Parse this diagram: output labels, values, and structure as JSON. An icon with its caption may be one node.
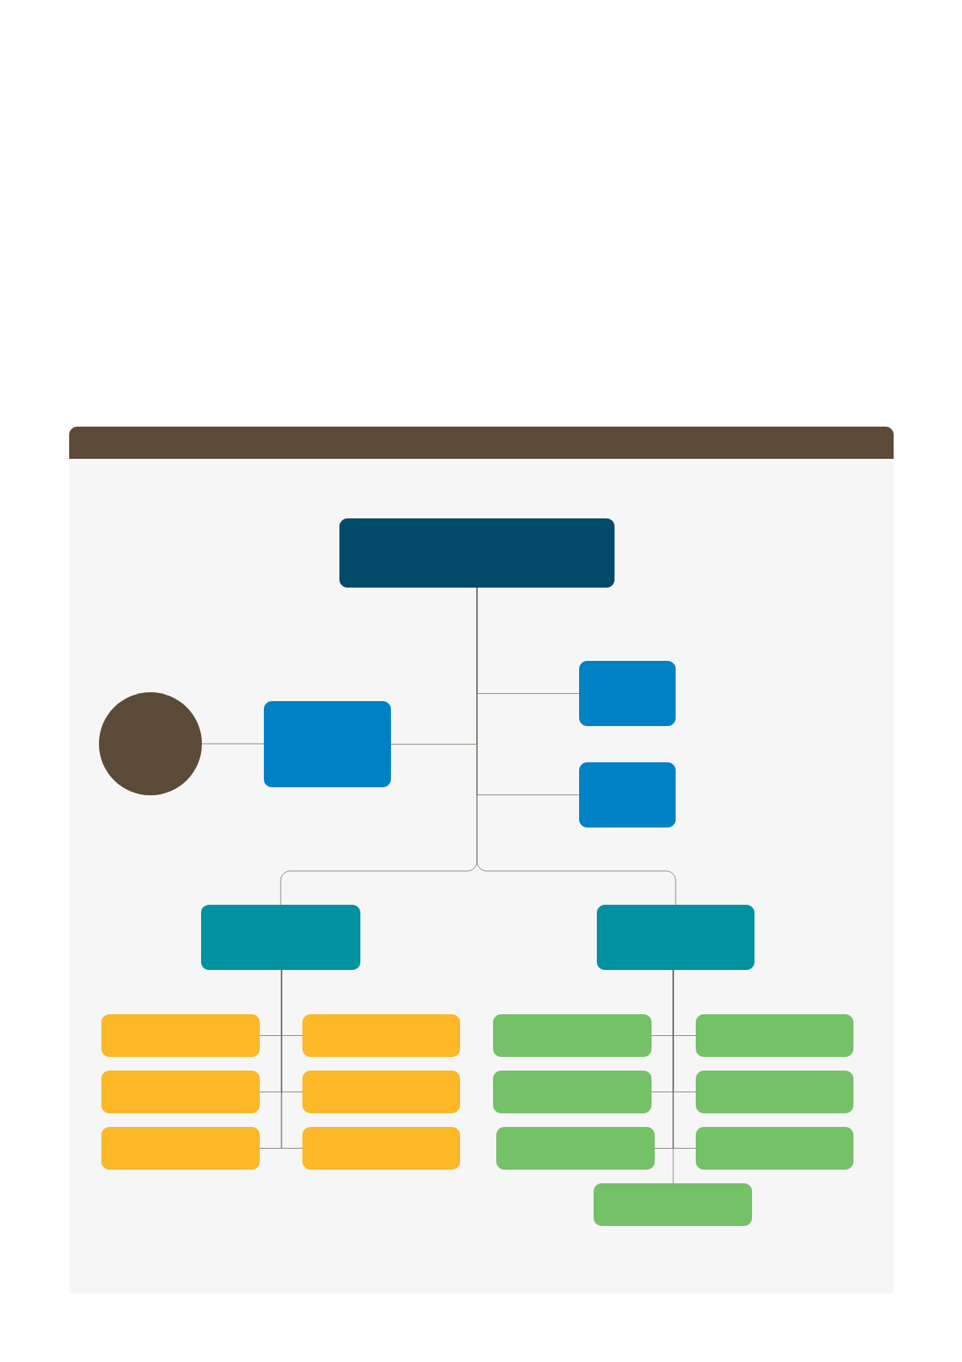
{
  "diagram": {
    "nodes": [
      {
        "text": [],
        "shape": "box"
      },
      {
        "text": [],
        "shape": "box"
      },
      {
        "text": [],
        "shape": "circle"
      },
      {
        "text": [],
        "shape": "box"
      },
      {
        "text": [],
        "shape": "box"
      },
      {
        "text": [],
        "shape": "box"
      },
      {
        "text": [],
        "shape": "box"
      },
      {
        "text": [],
        "shape": "box"
      },
      {
        "text": [],
        "shape": "box"
      },
      {
        "text": [],
        "shape": "box"
      },
      {
        "text": [],
        "shape": "box"
      },
      {
        "text": [],
        "shape": "box"
      },
      {
        "text": [],
        "shape": "box"
      },
      {
        "text": [],
        "shape": "box"
      },
      {
        "text": [],
        "shape": "box"
      },
      {
        "text": [],
        "shape": "box"
      },
      {
        "text": [],
        "shape": "box"
      },
      {
        "text": [],
        "shape": "box"
      },
      {
        "text": [],
        "shape": "box"
      },
      {
        "text": [],
        "shape": "box"
      }
    ],
    "edges": [
      {
        "from": 0,
        "to": 1,
        "arrow": "none"
      },
      {
        "from": 0,
        "to": 3,
        "arrow": "none"
      },
      {
        "from": 0,
        "to": 4,
        "arrow": "none"
      },
      {
        "from": 2,
        "to": 3,
        "arrow": "none"
      },
      {
        "from": 0,
        "to": 5,
        "arrow": "none"
      },
      {
        "from": 0,
        "to": 6,
        "arrow": "none"
      },
      {
        "from": 5,
        "to": 7,
        "arrow": "none"
      },
      {
        "from": 5,
        "to": 8,
        "arrow": "none"
      },
      {
        "from": 5,
        "to": 9,
        "arrow": "none"
      },
      {
        "from": 5,
        "to": 10,
        "arrow": "none"
      },
      {
        "from": 5,
        "to": 11,
        "arrow": "none"
      },
      {
        "from": 5,
        "to": 12,
        "arrow": "none"
      },
      {
        "from": 6,
        "to": 13,
        "arrow": "none"
      },
      {
        "from": 6,
        "to": 14,
        "arrow": "none"
      },
      {
        "from": 6,
        "to": 15,
        "arrow": "none"
      },
      {
        "from": 6,
        "to": 16,
        "arrow": "none"
      },
      {
        "from": 6,
        "to": 17,
        "arrow": "none"
      },
      {
        "from": 6,
        "to": 18,
        "arrow": "none"
      },
      {
        "from": 6,
        "to": 19,
        "arrow": "none"
      }
    ]
  }
}
